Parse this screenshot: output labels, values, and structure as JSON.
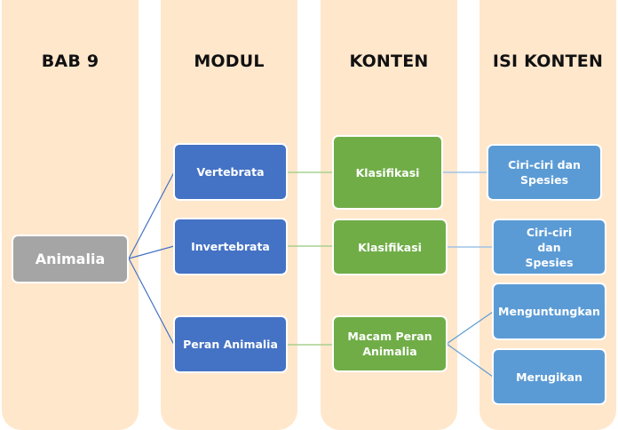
{
  "columns": [
    {
      "header": "BAB 9"
    },
    {
      "header": "MODUL"
    },
    {
      "header": "KONTEN"
    },
    {
      "header": "ISI KONTEN"
    }
  ],
  "nodes": {
    "root": {
      "label": "Animalia"
    },
    "modul": [
      {
        "label": "Vertebrata"
      },
      {
        "label": "Invertebrata"
      },
      {
        "label": "Peran Animalia"
      }
    ],
    "konten": [
      {
        "label": "Klasifikasi"
      },
      {
        "label": "Klasifikasi"
      },
      {
        "label": "Macam Peran Animalia"
      }
    ],
    "isi_konten": [
      {
        "label": "Ciri-ciri dan Spesies"
      },
      {
        "label": "Ciri-ciri dan Spesies"
      },
      {
        "label": "Menguntungkan"
      },
      {
        "label": "Merugikan"
      }
    ]
  },
  "edges": [
    [
      "root",
      "modul.0"
    ],
    [
      "root",
      "modul.1"
    ],
    [
      "root",
      "modul.2"
    ],
    [
      "modul.0",
      "konten.0"
    ],
    [
      "modul.1",
      "konten.1"
    ],
    [
      "modul.2",
      "konten.2"
    ],
    [
      "konten.0",
      "isi_konten.0"
    ],
    [
      "konten.1",
      "isi_konten.1"
    ],
    [
      "konten.2",
      "isi_konten.2"
    ],
    [
      "konten.2",
      "isi_konten.3"
    ]
  ],
  "colors": {
    "column_bg": "#FFE7CC",
    "root": "#A5A5A5",
    "modul": "#4472C4",
    "konten": "#70AD47",
    "isi_konten": "#5B9BD5",
    "edge_root": "#4472C4",
    "edge_modul": "#A9D18E",
    "edge_konten_light": "#9DC3E6",
    "edge_konten_split": "#5B9BD5"
  }
}
